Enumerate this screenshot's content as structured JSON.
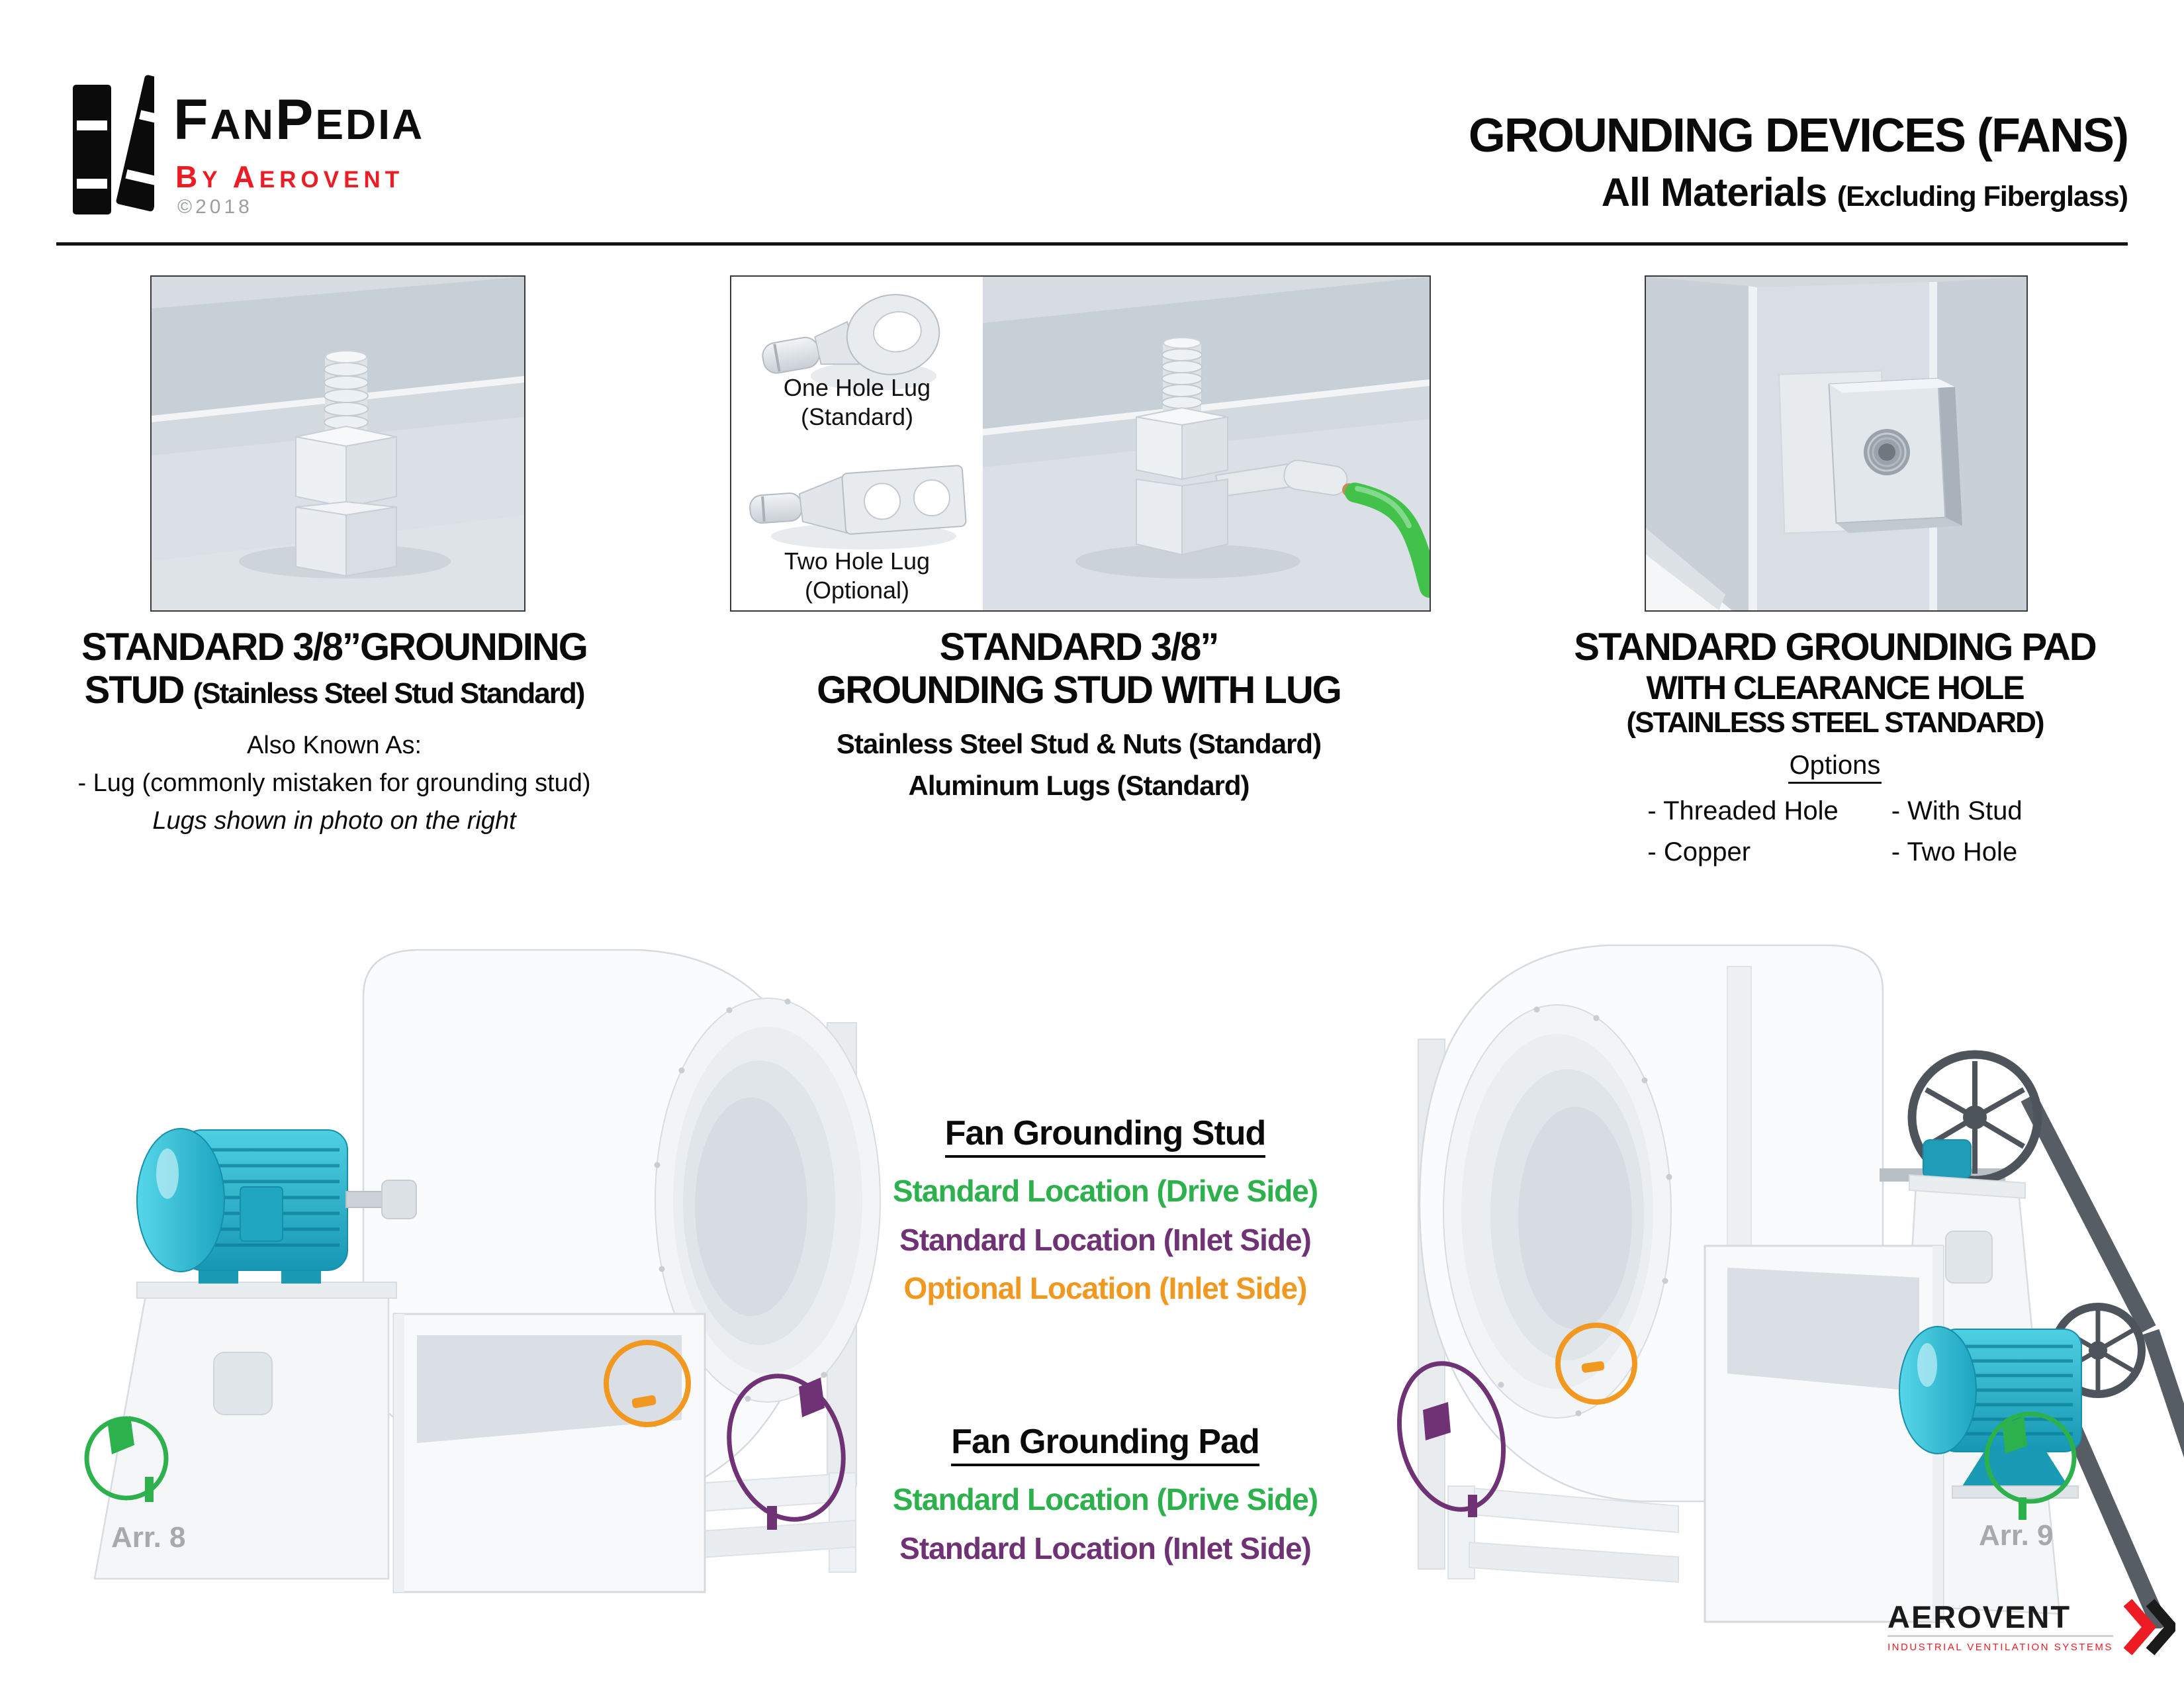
{
  "header": {
    "brand": {
      "name_big1": "F",
      "name_small1": "AN",
      "name_big2": "P",
      "name_small2": "EDIA",
      "byline_big1": "B",
      "byline_small1": "Y ",
      "byline_big2": "A",
      "byline_small2": "EROVENT",
      "copyright": "©2018"
    },
    "title": "GROUNDING DEVICES (FANS)",
    "subtitle": "All Materials",
    "subtitle_note": "(Excluding Fiberglass)"
  },
  "panels": {
    "stud": {
      "title_line1": "STANDARD 3/8”GROUNDING",
      "title_line2": "STUD",
      "title_line2_note": "(Stainless Steel Stud Standard)",
      "aka_heading": "Also Known As:",
      "aka_item": "- Lug (commonly mistaken for grounding stud)",
      "aka_note": "Lugs shown in photo on the right"
    },
    "stud_with_lug": {
      "title_line1": "STANDARD 3/8”",
      "title_line2": "GROUNDING STUD WITH LUG",
      "sub1": "Stainless Steel Stud & Nuts (Standard)",
      "sub2": "Aluminum Lugs (Standard)",
      "label_one_hole": "One Hole Lug",
      "label_one_hole_note": "(Standard)",
      "label_two_hole": "Two Hole Lug",
      "label_two_hole_note": "(Optional)"
    },
    "pad": {
      "title_line1": "STANDARD GROUNDING PAD",
      "title_line2": "WITH CLEARANCE HOLE",
      "title_line3": "(STAINLESS STEEL STANDARD)",
      "options_heading": "Options",
      "options": [
        "- Threaded Hole",
        "- With Stud",
        "- Copper",
        "- Two Hole"
      ]
    }
  },
  "legend": {
    "stud_heading": "Fan Grounding Stud",
    "stud_items": [
      "Standard Location (Drive Side)",
      "Standard Location (Inlet Side)",
      "Optional Location (Inlet Side)"
    ],
    "pad_heading": "Fan Grounding Pad",
    "pad_items": [
      "Standard Location (Drive Side)",
      "Standard Location (Inlet Side)"
    ]
  },
  "fans": {
    "left_label": "Arr. 8",
    "right_label": "Arr. 9"
  },
  "footer": {
    "brand": "AEROVENT",
    "tagline": "Industrial Ventilation Systems"
  },
  "colors": {
    "green": "#2db14c",
    "purple": "#6f3274",
    "orange": "#f0981f",
    "red": "#ed1c24",
    "teal": "#2ab5cd",
    "wire": "#43c24b",
    "gray": "#a7a9ac"
  }
}
